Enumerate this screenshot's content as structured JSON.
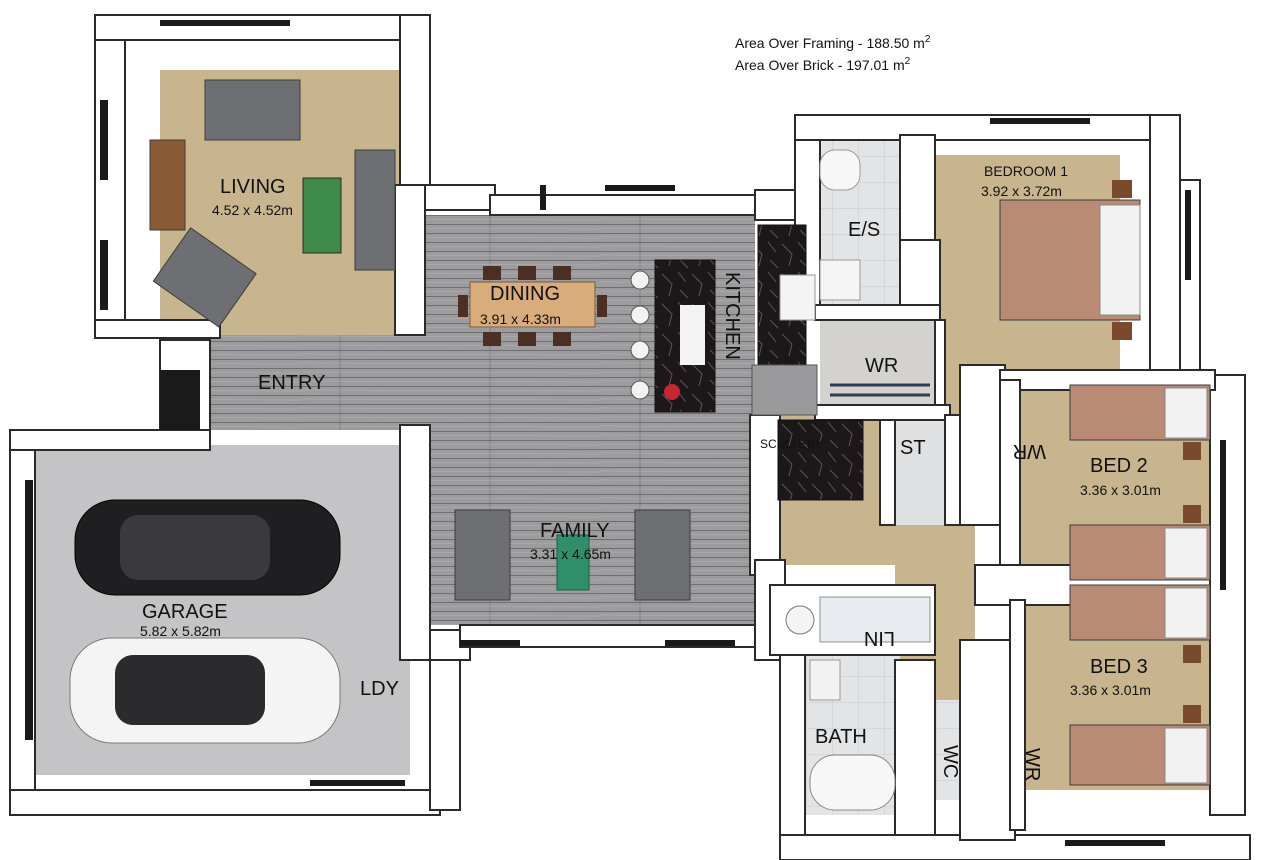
{
  "area_notes": {
    "framing": "Area Over Framing - 188.50 m",
    "brick": "Area Over Brick - 197.01 m",
    "sup": "2"
  },
  "rooms": {
    "living": {
      "name": "LIVING",
      "dims": "4.52 x 4.52m"
    },
    "dining": {
      "name": "DINING",
      "dims": "3.91 x 4.33m"
    },
    "kitchen": {
      "name": "KITCHEN"
    },
    "entry": {
      "name": "ENTRY"
    },
    "family": {
      "name": "FAMILY",
      "dims": "3.31 x 4.65m"
    },
    "garage": {
      "name": "GARAGE",
      "dims": "5.82 x 5.82m"
    },
    "ldy": {
      "name": "LDY"
    },
    "scullery": {
      "name": "SCULLERY"
    },
    "es": {
      "name": "E/S"
    },
    "wr1": {
      "name": "WR"
    },
    "st": {
      "name": "ST"
    },
    "bedroom1": {
      "name": "BEDROOM 1",
      "dims": "3.92 x 3.72m"
    },
    "wr2": {
      "name": "WR"
    },
    "bed2": {
      "name": "BED 2",
      "dims": "3.36 x 3.01m"
    },
    "lin": {
      "name": "LIN"
    },
    "bed3": {
      "name": "BED 3",
      "dims": "3.36 x 3.01m"
    },
    "bath": {
      "name": "BATH"
    },
    "wc": {
      "name": "WC"
    },
    "wr3": {
      "name": "WR"
    }
  },
  "colors": {
    "carpet": "#c9b58d",
    "floorboards": "#9a9a9c",
    "concrete": "#c4c4c6",
    "tile": "#dfe1e3",
    "wall": "#ffffff",
    "wall_shadow": "#a9adb3",
    "sofa": "#6d6f72",
    "bed": "#b98a74",
    "table": "#d9ac7c",
    "rug": "#3d8a4a",
    "benchtop": "#1b1719"
  }
}
